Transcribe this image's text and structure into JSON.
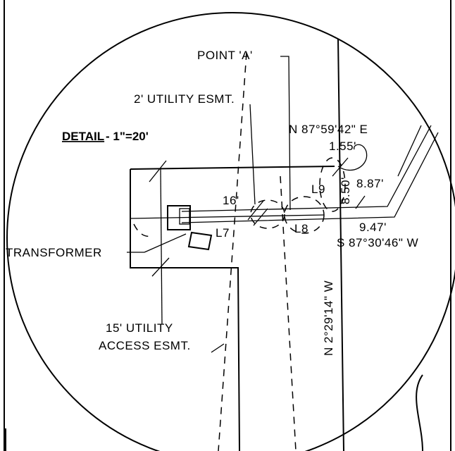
{
  "labels": {
    "point_a": "POINT 'A'",
    "utility_esmt_2": "2' UTILITY ESMT.",
    "detail_word": "DETAIL",
    "detail_scale": " - 1\"=20'",
    "bearing_ne": "N 87°59'42\" E",
    "dist_155": "1.55'",
    "dist_850": "8.50'",
    "dist_887": "8.87'",
    "l9": "L9",
    "dist_16": "16'",
    "l7": "L7",
    "l8": "L8",
    "dist_947": "9.47'",
    "bearing_sw": "S 87°30'46\" W",
    "transformer": "TRANSFORMER",
    "bearing_nw": "N 2°29'14\" W",
    "utility_access_1": "15' UTILITY",
    "utility_access_2": "ACCESS ESMT."
  }
}
